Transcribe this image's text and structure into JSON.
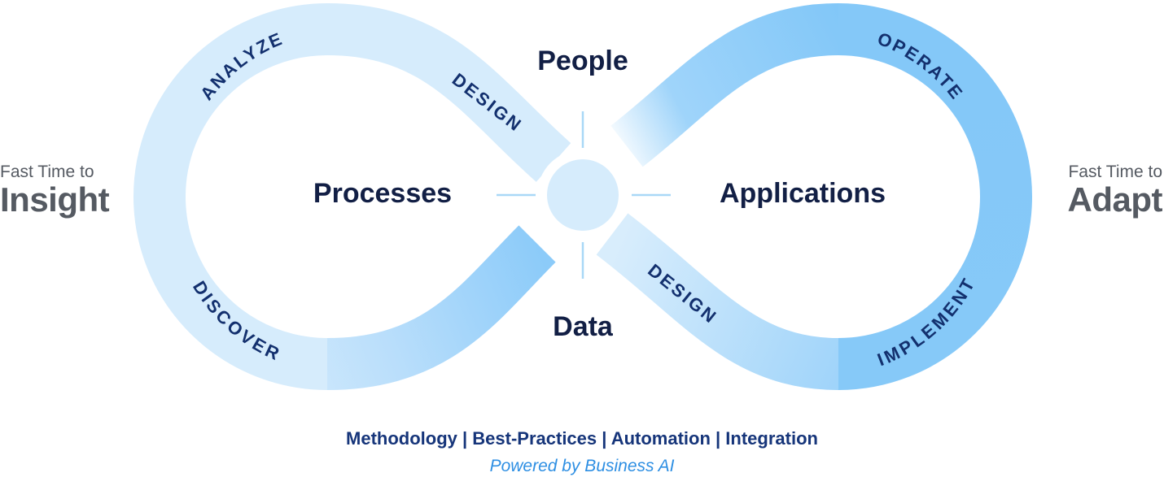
{
  "diagram": {
    "stages": {
      "analyze": "ANALYZE",
      "design_left": "DESIGN",
      "discover": "DISCOVER",
      "operate": "OPERATE",
      "design_right": "DESIGN",
      "implement": "IMPLEMENT"
    },
    "center": {
      "top": "People",
      "bottom": "Data",
      "left": "Processes",
      "right": "Applications"
    }
  },
  "left_side": {
    "line1": "Fast Time to",
    "line2": "Insight"
  },
  "right_side": {
    "line1": "Fast Time to",
    "line2": "Adapt"
  },
  "footer": {
    "main": "Methodology | Best-Practices | Automation | Integration",
    "sub": "Powered by Business AI"
  },
  "colors": {
    "loop_light": "#d6ecfc",
    "loop_dark": "#84c8f8",
    "stage_text": "#13306e",
    "center_text": "#121f45",
    "side_text": "#555a62",
    "footer_main": "#16357a",
    "footer_sub": "#2e8fe3"
  }
}
